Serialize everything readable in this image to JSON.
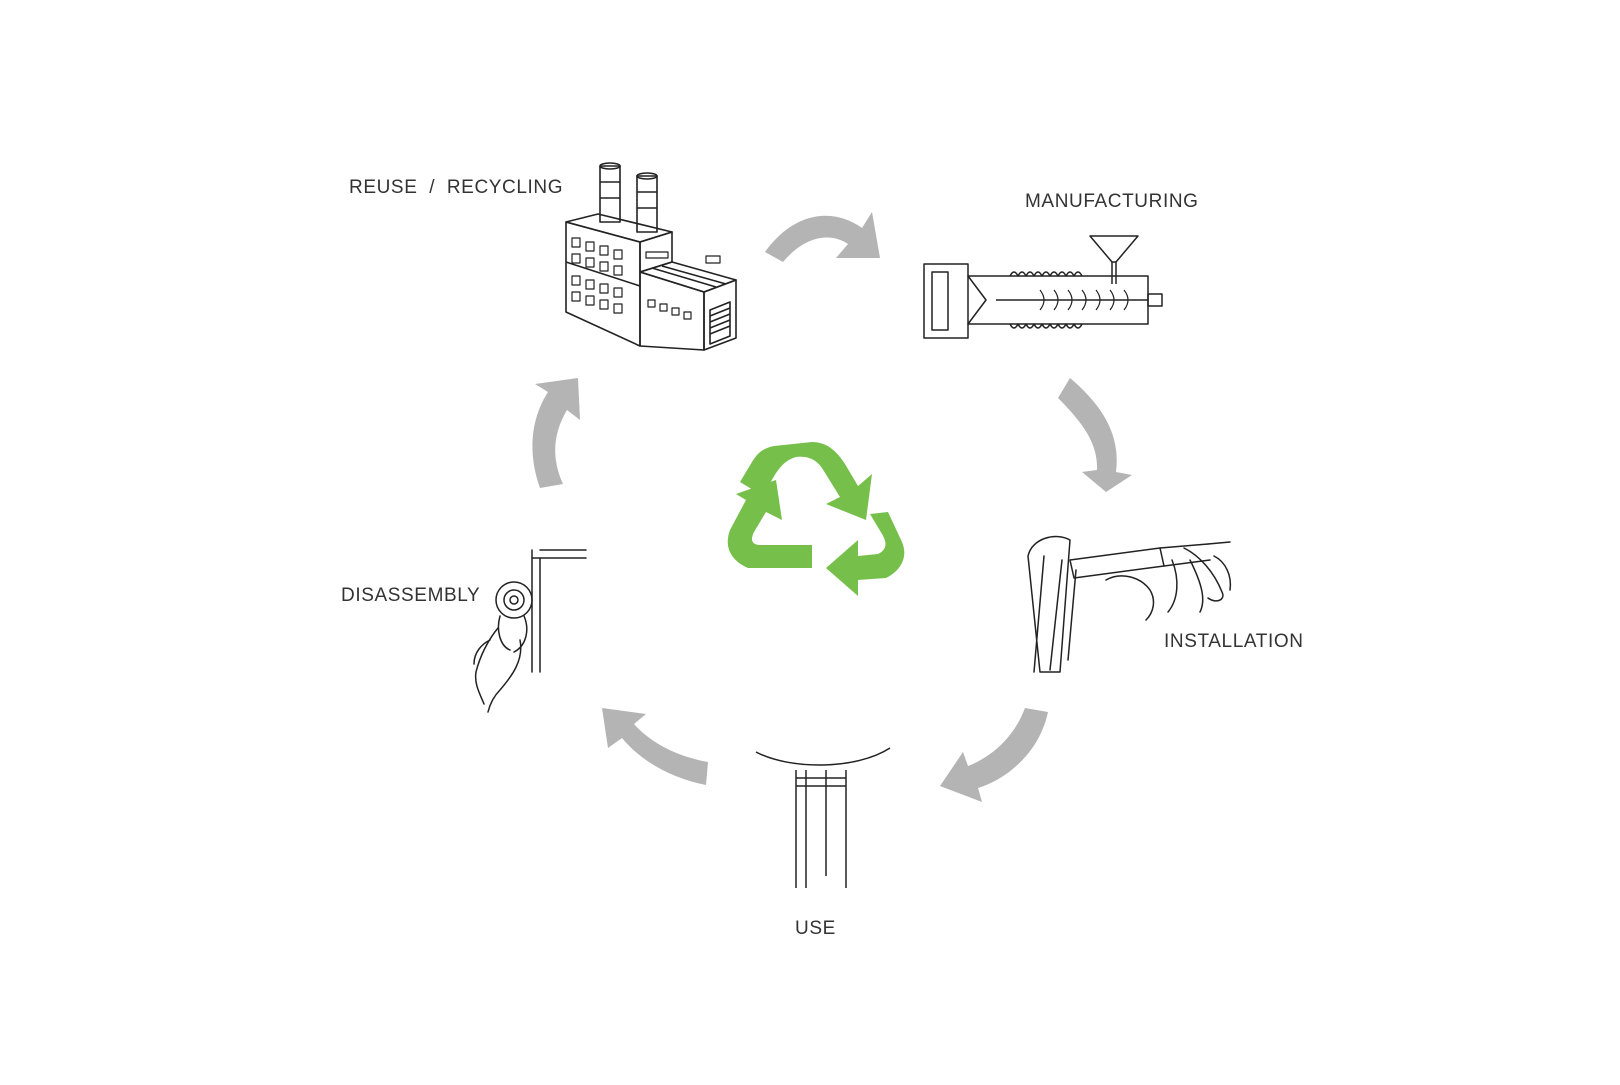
{
  "stages": {
    "reuse_recycling": {
      "label": "REUSE  /  RECYCLING",
      "icon": "factory-icon"
    },
    "manufacturing": {
      "label": "MANUFACTURING",
      "icon": "extruder-machine-icon"
    },
    "installation": {
      "label": "INSTALLATION",
      "icon": "caulking-gun-icon"
    },
    "use": {
      "label": "USE",
      "icon": "column-profile-icon"
    },
    "disassembly": {
      "label": "DISASSEMBLY",
      "icon": "angle-grinder-icon"
    }
  },
  "center_symbol": {
    "icon": "recycle-icon",
    "color": "#77bf4b"
  },
  "colors": {
    "arrow": "#b4b4b4",
    "line_art": "#222222",
    "text": "#333333",
    "background": "#ffffff"
  }
}
